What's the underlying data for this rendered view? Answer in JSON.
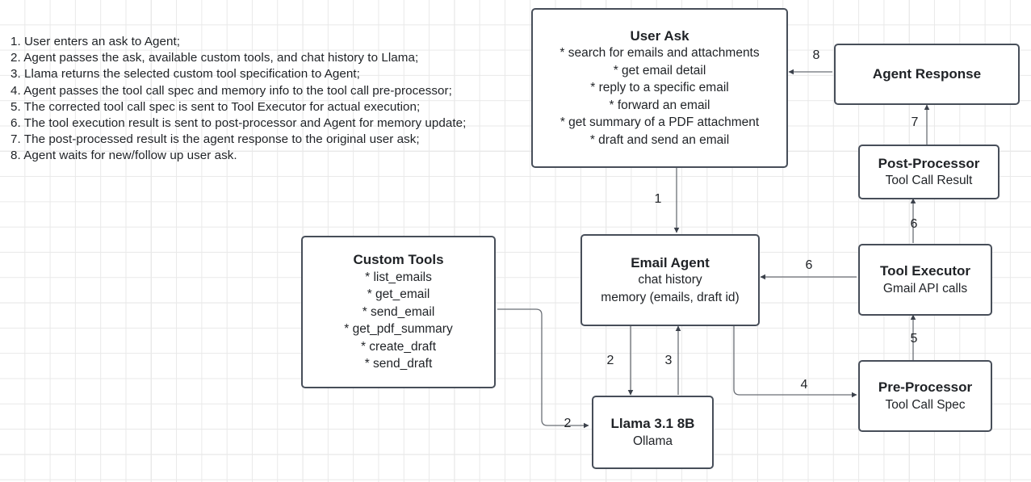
{
  "legend": {
    "lines": [
      "1. User enters an ask to Agent;",
      "2. Agent passes the ask, available custom tools, and chat history to Llama;",
      "3. Llama returns the selected custom tool specification to Agent;",
      "4. Agent passes the tool call spec and memory info to the tool call pre-processor;",
      "5. The corrected tool call spec is sent to Tool Executor for actual execution;",
      "6. The tool execution result is sent to post-processor and Agent for memory update;",
      "7. The post-processed result is the agent response to the original user ask;",
      "8. Agent waits for new/follow up user ask."
    ]
  },
  "nodes": {
    "user_ask": {
      "title": "User Ask",
      "lines": [
        "* search for emails and attachments",
        "* get email detail",
        "* reply to a specific email",
        "* forward an email",
        "* get summary of a PDF attachment",
        "* draft and send an email"
      ]
    },
    "agent_response": {
      "title": "Agent Response",
      "lines": []
    },
    "post_processor": {
      "title": "Post-Processor",
      "lines": [
        "Tool Call Result"
      ]
    },
    "tool_executor": {
      "title": "Tool Executor",
      "lines": [
        "Gmail API calls"
      ]
    },
    "pre_processor": {
      "title": "Pre-Processor",
      "lines": [
        "Tool Call Spec"
      ]
    },
    "email_agent": {
      "title": "Email Agent",
      "lines": [
        "chat history",
        "memory (emails, draft id)"
      ]
    },
    "custom_tools": {
      "title": "Custom Tools",
      "lines": [
        "* list_emails",
        "* get_email",
        "* send_email",
        "* get_pdf_summary",
        "* create_draft",
        "* send_draft"
      ]
    },
    "llama": {
      "title": "Llama 3.1 8B",
      "lines": [
        "Ollama"
      ]
    }
  },
  "edges": [
    {
      "id": "user-ask-to-email-agent",
      "label": "1"
    },
    {
      "id": "email-agent-to-llama",
      "label": "2"
    },
    {
      "id": "custom-tools-to-llama",
      "label": "2"
    },
    {
      "id": "llama-to-email-agent",
      "label": "3"
    },
    {
      "id": "email-agent-to-pre-processor",
      "label": "4"
    },
    {
      "id": "pre-processor-to-tool-executor",
      "label": "5"
    },
    {
      "id": "tool-executor-to-email-agent",
      "label": "6"
    },
    {
      "id": "tool-executor-to-post-processor",
      "label": "6"
    },
    {
      "id": "post-processor-to-agent-response",
      "label": "7"
    },
    {
      "id": "agent-response-to-user-ask",
      "label": "8"
    }
  ],
  "colors": {
    "node_border": "#474e59",
    "wire": "#6b6f76",
    "grid_minor": "#e9e9e9",
    "grid_major": "#dcdcdc",
    "text": "#1f2226"
  }
}
